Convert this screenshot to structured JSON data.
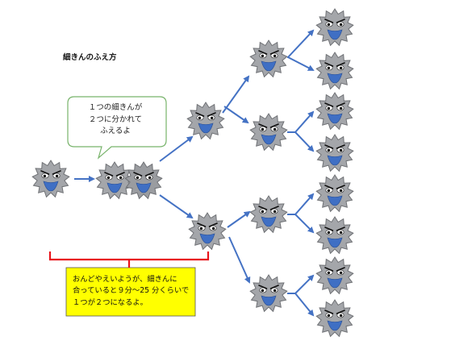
{
  "title": "細きんのふえ方",
  "bubble": {
    "lines": [
      "１つの細きんが",
      "２つに分かれて",
      "ふえるよ"
    ]
  },
  "note": {
    "lines": [
      "おんどやえいようが、細きんに",
      "合っていると９分～25 分くらいで",
      "１つが２つになるよ。"
    ]
  },
  "colors": {
    "germ_body": "#a4a6aa",
    "germ_outline": "#6f7175",
    "mouth": "#3f6fc4",
    "arrow": "#4472c4",
    "bracket": "#e8131b",
    "note_bg": "#ffff00",
    "bubble_border": "#77b36a"
  },
  "icons": [
    "germ-icon",
    "arrow-icon"
  ]
}
